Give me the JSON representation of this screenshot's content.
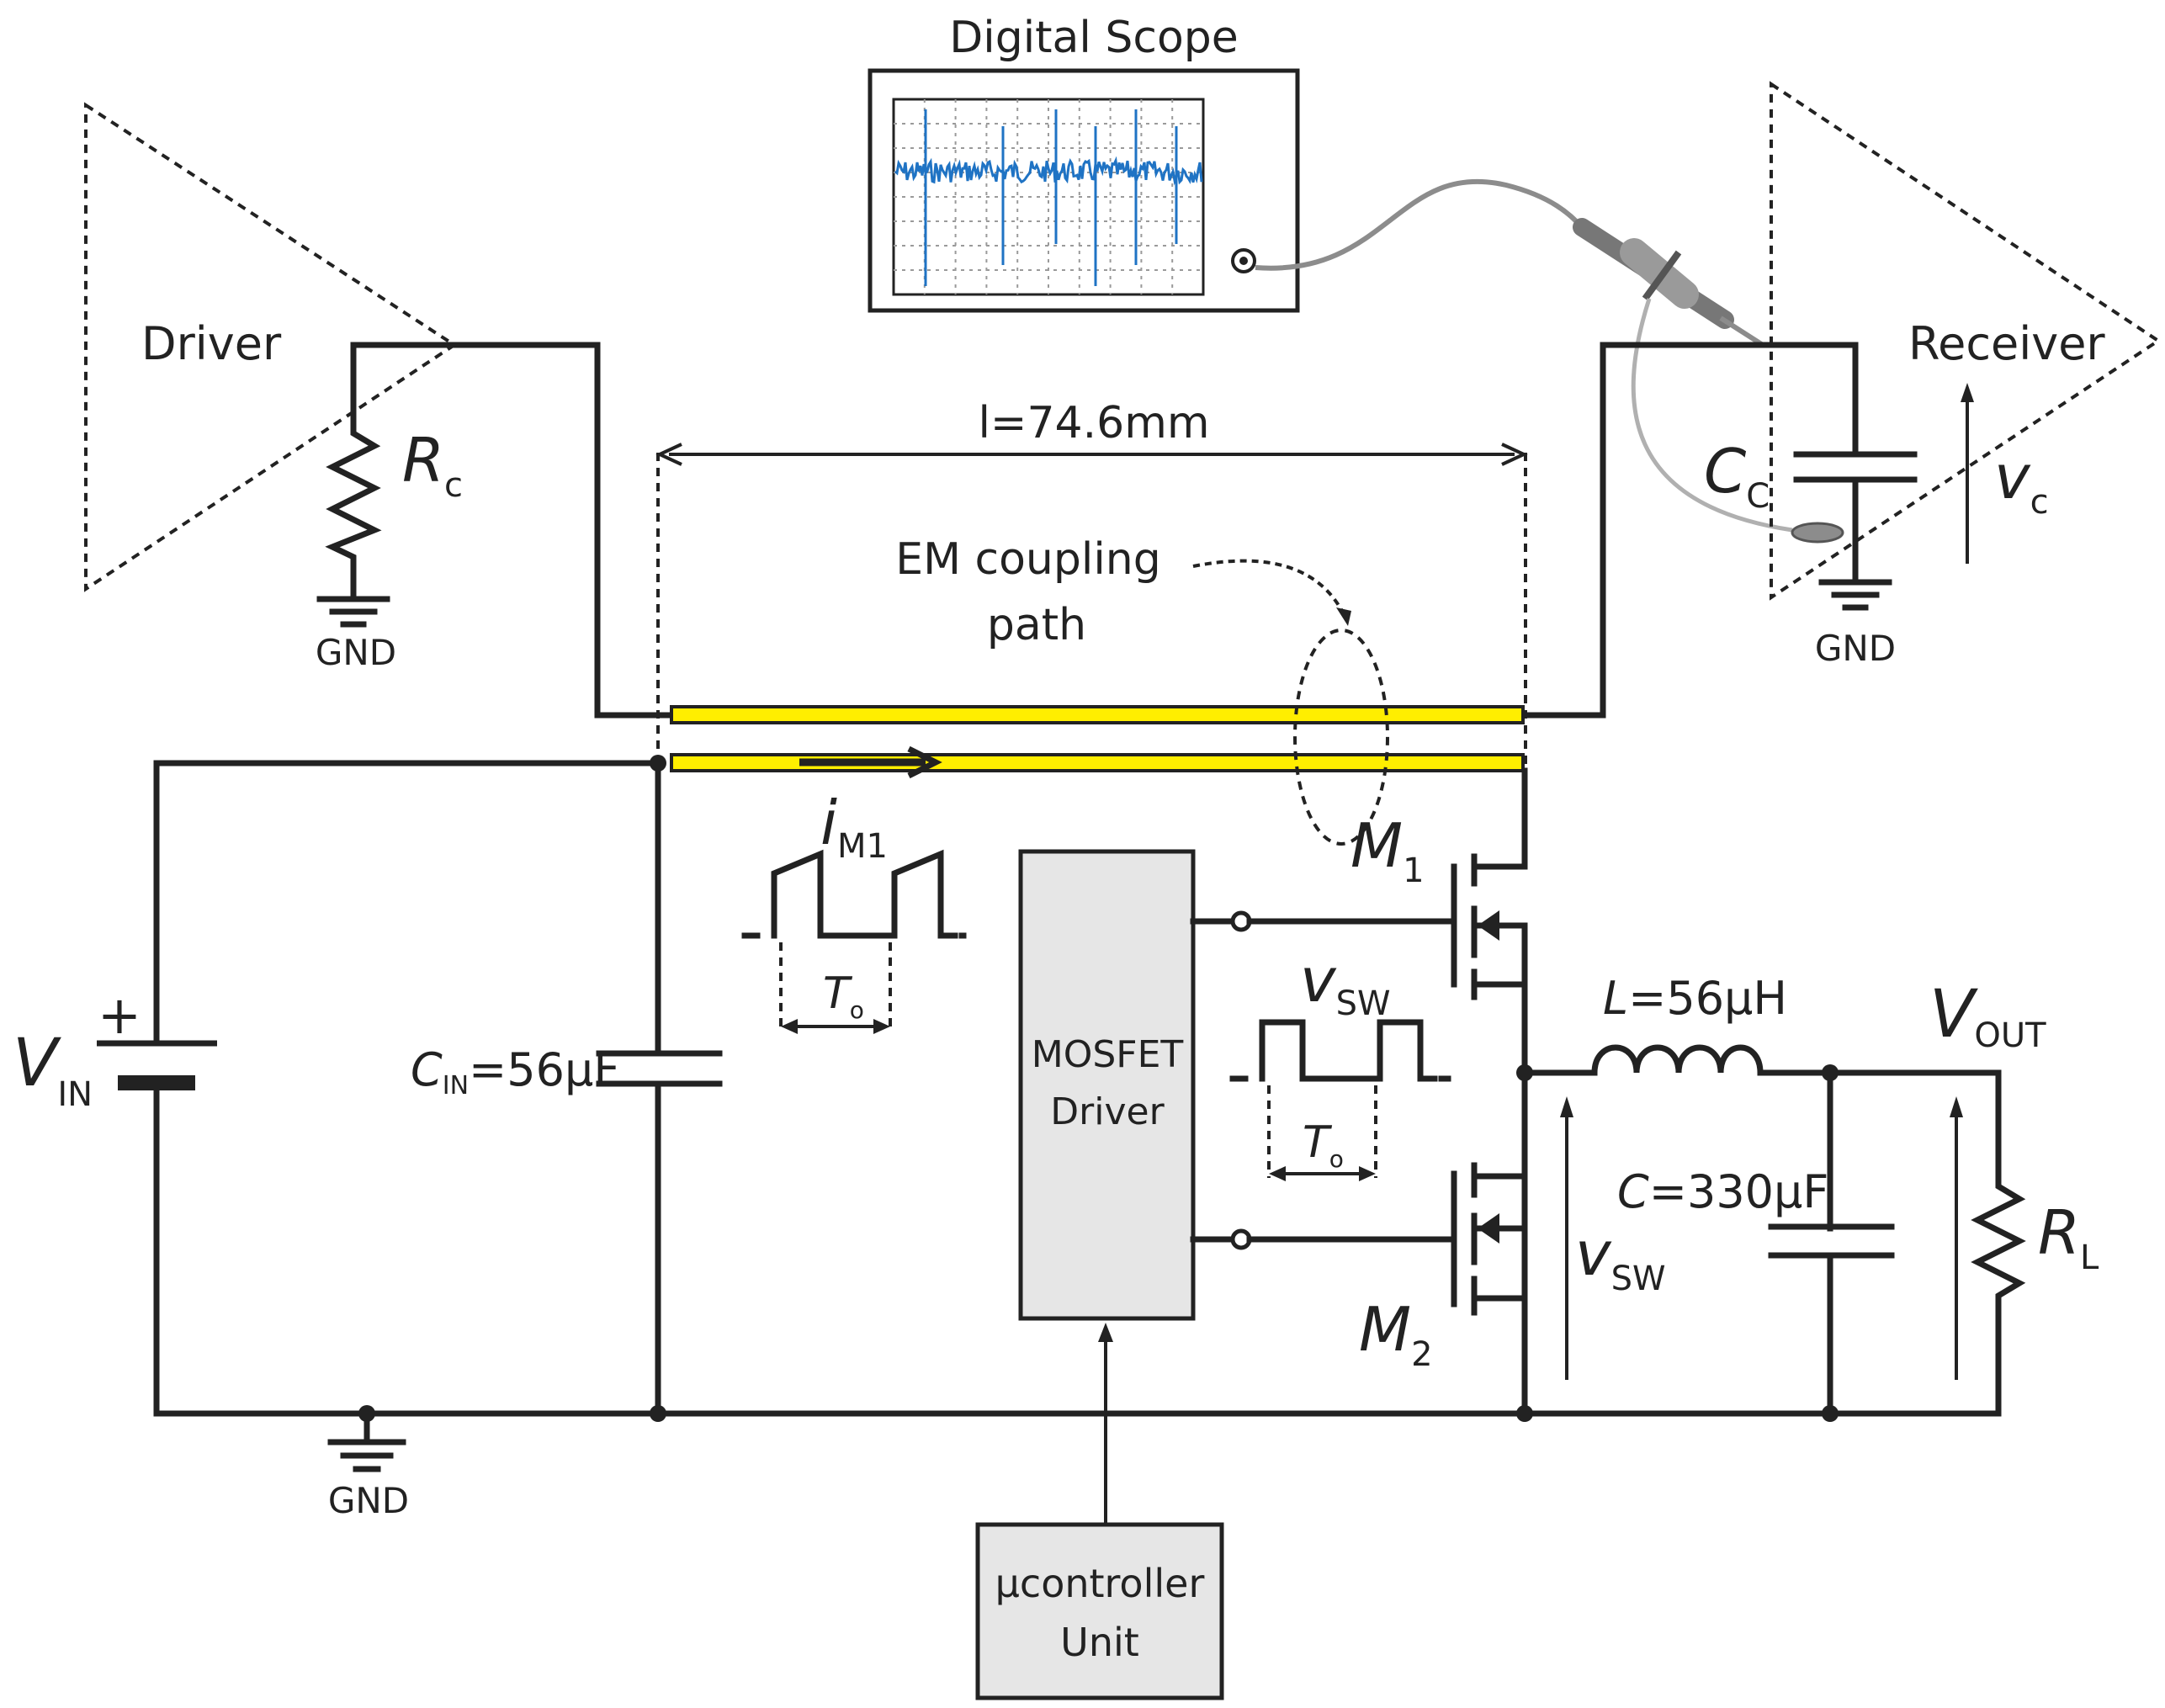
{
  "scope": {
    "title": "Digital Scope",
    "trace_color": "#1f73c4"
  },
  "driver": {
    "label": "Driver",
    "resistor": "R",
    "resistor_sub": "c",
    "gnd": "GND"
  },
  "receiver": {
    "label": "Receiver",
    "cap": "C",
    "cap_sub": "C",
    "volt": "v",
    "volt_sub": "c",
    "gnd": "GND"
  },
  "line": {
    "length": "l=74.6mm",
    "trace_color": "#ffee00"
  },
  "coupling": {
    "line1": "EM coupling",
    "line2": "path"
  },
  "source": {
    "label": "V",
    "sub": "IN",
    "plus": "+",
    "gnd": "GND"
  },
  "input_cap": {
    "name": "C",
    "sub": "IN",
    "value": "=56µF"
  },
  "current": {
    "label": "i",
    "sub": "M1",
    "period": "T",
    "period_sub": "o"
  },
  "sw_wave": {
    "label": "v",
    "sub": "SW",
    "period": "T",
    "period_sub": "o"
  },
  "m1": {
    "label": "M",
    "sub": "1"
  },
  "m2": {
    "label": "M",
    "sub": "2"
  },
  "mosfet_driver": {
    "line1": "MOSFET",
    "line2": "Driver"
  },
  "controller": {
    "line1": "µcontroller",
    "line2": "Unit"
  },
  "inductor": {
    "name": "L",
    "value": "=56µH"
  },
  "output_cap": {
    "name": "C",
    "value": "=330µF"
  },
  "vsw_node": {
    "label": "v",
    "sub": "SW"
  },
  "output": {
    "label": "V",
    "sub": "OUT"
  },
  "load": {
    "label": "R",
    "sub": "L"
  }
}
